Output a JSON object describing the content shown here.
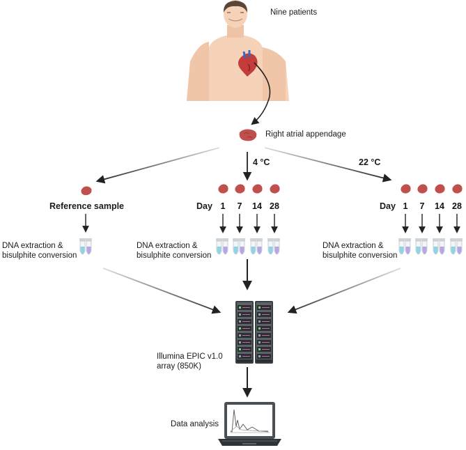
{
  "labels": {
    "patients": "Nine patients",
    "tissue": "Right atrial appendage",
    "temp_4": "4 °C",
    "temp_22": "22 °C",
    "reference": "Reference sample",
    "extraction_line1": "DNA extraction &",
    "extraction_line2": "bisulphite conversion",
    "array_line1": "Illumina EPIC v1.0",
    "array_line2": "array (850K)",
    "analysis": "Data analysis"
  },
  "day_series_4": {
    "label": "Day",
    "days": [
      "1",
      "7",
      "14",
      "28"
    ]
  },
  "day_series_22": {
    "label": "Day",
    "days": [
      "1",
      "7",
      "14",
      "28"
    ]
  },
  "colors": {
    "arrow": "#222222",
    "tissue": "#c0504d",
    "tube_liquid": "#8fd3e6",
    "tube_liquid2": "#b7a6e6",
    "server": "#3a3f44",
    "server_light": "#5c6369",
    "laptop": "#4b5055",
    "skin": "#f6d2b8",
    "hair": "#5a4636"
  }
}
